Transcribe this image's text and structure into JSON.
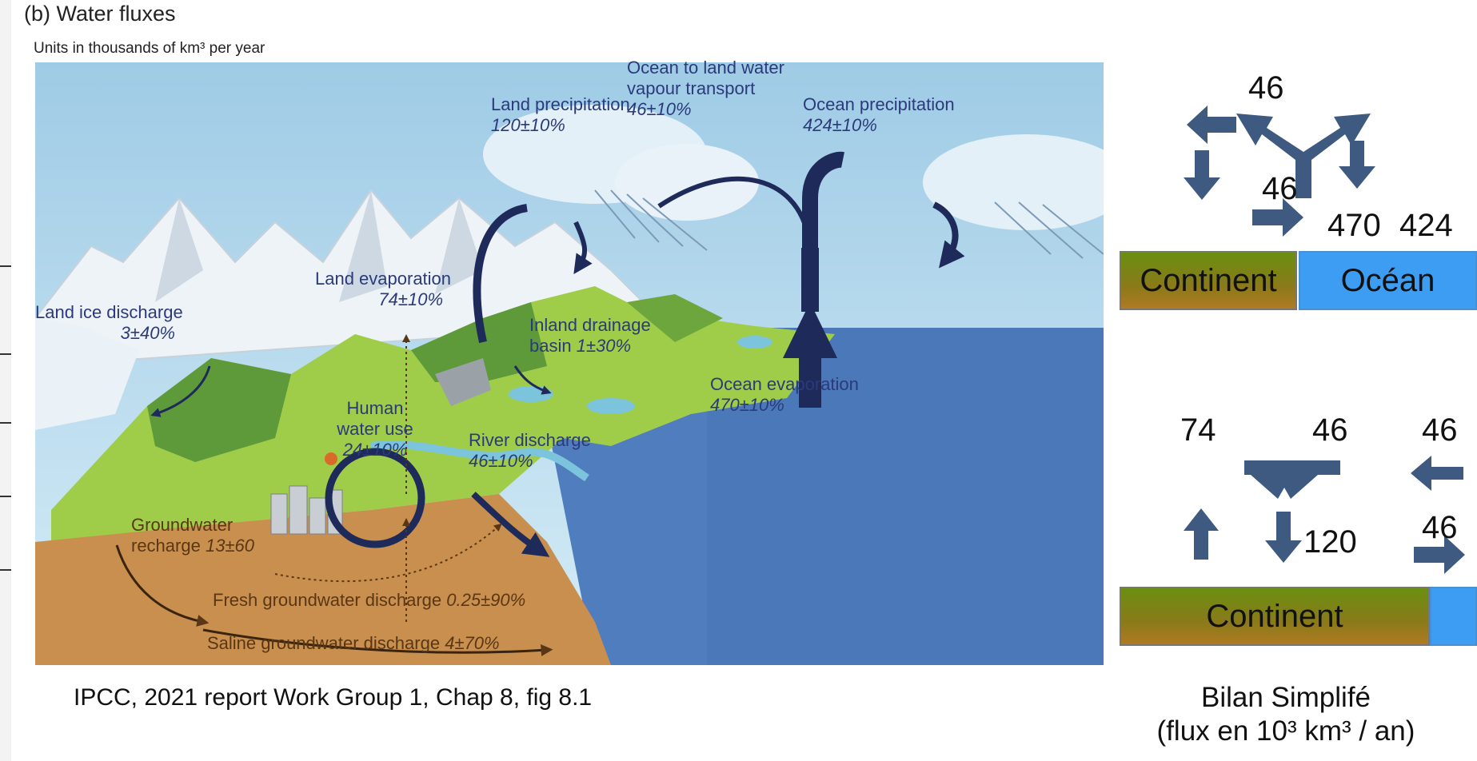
{
  "header": {
    "title": "(b) Water fluxes",
    "units": "Units in thousands of km³ per year"
  },
  "diagram_labels": {
    "land_precip": {
      "name": "Land precipitation",
      "value": "120±10%"
    },
    "ocean_to_land": {
      "name_line1": "Ocean to land water",
      "name_line2": "vapour transport",
      "value": "46±10%"
    },
    "ocean_precip": {
      "name": "Ocean precipitation",
      "value": "424±10%"
    },
    "land_evap": {
      "name": "Land evaporation",
      "value": "74±10%"
    },
    "land_ice": {
      "name": "Land ice discharge",
      "value": "3±40%"
    },
    "inland": {
      "name_line1": "Inland drainage",
      "name_line2": "basin",
      "value": "1±30%"
    },
    "human": {
      "line1": "Human",
      "line2": "water use",
      "value": "24±10%"
    },
    "river": {
      "name": "River discharge",
      "value": "46±10%"
    },
    "ocean_evap": {
      "name": "Ocean evaporation",
      "value": "470±10%"
    },
    "groundwater": {
      "line1": "Groundwater",
      "line2": "recharge",
      "value": "13±60"
    },
    "fresh_gw": {
      "name": "Fresh groundwater discharge",
      "value": "0.25±90%"
    },
    "saline_gw": {
      "name": "Saline groundwater discharge",
      "value": "4±70%"
    }
  },
  "caption": "IPCC, 2021 report Work Group 1, Chap 8, fig 8.1",
  "bilan": {
    "top": {
      "n1": "46",
      "n2": "46",
      "n3": "470",
      "n4": "424",
      "continent": "Continent",
      "ocean": "Océan"
    },
    "bottom": {
      "n1": "74",
      "n2": "46",
      "n3": "46",
      "n4": "120",
      "n5": "46",
      "continent": "Continent"
    },
    "title_line1": "Bilan Simplifé",
    "title_line2": "(flux en 10³ km³ / an)"
  },
  "colors": {
    "arrow": "#3e5a80",
    "ocean_blue": "#3d9df2",
    "diagram_arrow": "#1e2a5a",
    "sea": "#4a78b8",
    "sky": "#b9dcee",
    "soil": "#c98f4e"
  }
}
